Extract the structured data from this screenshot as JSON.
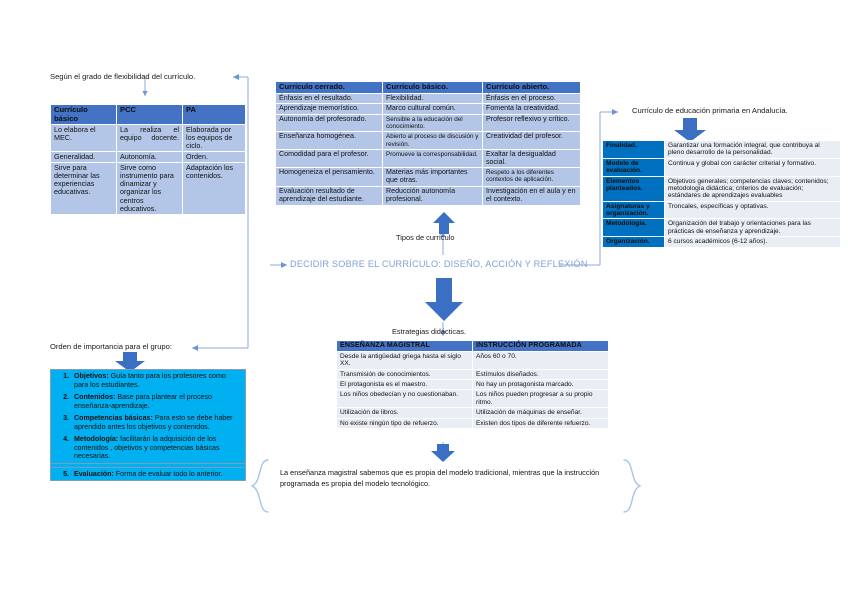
{
  "center": {
    "title": "DECIDIR SOBRE EL CURRÍCULO: DISEÑO, ACCIÓN Y REFLEXIÓN",
    "label_tipos": "Tipos de currículo",
    "label_estrategias": "Estrategias didácticas."
  },
  "labels": {
    "flexibilidad": "Según el grado de flexibilidad del currículo.",
    "andalucia": "Currículo de educación primaria en Andalucía.",
    "orden_importancia": "Orden de importancia para el grupo:"
  },
  "left_table": {
    "headers": [
      "Currículo básico",
      "PCC",
      "PA"
    ],
    "rows": [
      [
        "Lo elabora el MEC.",
        "La realiza el equipo docente.",
        "Elaborada por los equipos de ciclo."
      ],
      [
        "Generalidad.",
        "Autonomía.",
        "Orden."
      ],
      [
        "Sirve para determinar las experiencias educativas.",
        "Sirve como instrumento para dinamizar y organizar los centros educativos.",
        "Adaptación los contenidos."
      ]
    ]
  },
  "center_table": {
    "headers": [
      "Currículo cerrado.",
      "Currículo básico.",
      "Currículo abierto."
    ],
    "rows": [
      [
        "Énfasis en el resultado.",
        "Flexibilidad.",
        "Énfasis en el proceso."
      ],
      [
        "Aprendizaje memorístico.",
        "Marco cultural común.",
        "Fomenta la creatividad."
      ],
      [
        "Autonomía del profesorado.",
        "Sensible a la educación del conocimiento.",
        "Profesor reflexivo y crítico."
      ],
      [
        "Enseñanza homogénea.",
        "Abierto al proceso de discusión y revisión.",
        "Creatividad del profesor."
      ],
      [
        "Comodidad para el profesor.",
        "Promueve la corresponsabilidad.",
        "Exaltar la desigualdad social."
      ],
      [
        "Homogeneiza el pensamiento.",
        "Materias más importantes que otras.",
        "Respeto a los diferentes contextos de aplicación."
      ],
      [
        "Evaluación resultado de aprendizaje del estudiante.",
        "Reducción autonomía profesional.",
        "Investigación en el aula y en el contexto."
      ]
    ]
  },
  "right_table": {
    "rows": [
      {
        "label": "Finalidad.",
        "value": "Garantizar una formación integral, que contribuya al pleno desarrollo de la personalidad."
      },
      {
        "label": "Modelo de evaluación.",
        "value": "Continua y global con carácter criterial y formativo."
      },
      {
        "label": "Elementos planteados.",
        "value": "Objetivos generales; competencias claves; contenidos; metodología didáctica; criterios de evaluación; estándares de aprendizajes evaluables"
      },
      {
        "label": "Asignaturas y organización.",
        "value": "Troncales, específicas y optativas."
      },
      {
        "label": "Metodología.",
        "value": "Organización del trabajo y orientaciones para las prácticas de enseñanza y aprendizaje."
      },
      {
        "label": "Organización.",
        "value": "6 cursos académicos (6-12 años)."
      }
    ]
  },
  "bottom_table": {
    "headers": [
      "ENSEÑANZA MAGISTRAL",
      "INSTRUCCIÓN PROGRAMADA"
    ],
    "rows": [
      [
        "Desde la antigüedad griega hasta el siglo XX.",
        "Años 60 o 70."
      ],
      [
        "Transmisión de conocimientos.",
        "Estímulos diseñados."
      ],
      [
        "El protagonista es el  maestro.",
        "No hay un protagonista marcado."
      ],
      [
        "Los niños  obedecían y no cuestionaban.",
        "Los niños pueden progresar a su propio ritmo."
      ],
      [
        "Utilización de libros.",
        "Utilización de máquinas de enseñar."
      ],
      [
        "No existe ningún tipo de refuerzo.",
        "Existen dos tipos de diferente refuerzo."
      ]
    ]
  },
  "ordered_list": {
    "items": [
      {
        "num": "1.",
        "term": "Objetivos:",
        "text": " Guía tanto para los profesores como para los estudiantes."
      },
      {
        "num": "2.",
        "term": "Contenidos:",
        "text": " Base para plantear el proceso enseñanza-aprendizaje."
      },
      {
        "num": "3.",
        "term": "Competencias básicas:",
        "text": " Para esto se debe haber aprendido antes los objetivos y contenidos."
      },
      {
        "num": "4.",
        "term": "Metodología:",
        "text": " facilitarán la adquisición de los contenidos , objetivos y competencias básicas necesarias."
      }
    ],
    "last": {
      "num": "5.",
      "term": "Evaluación:",
      "text": " Forma de evaluar todo lo anterior."
    }
  },
  "conclusion": {
    "text": "La enseñanza magistral sabemos que es propia del modelo tradicional, mientras que la instrucción programada es propia del modelo tecnológico."
  },
  "colors": {
    "header_blue": "#4472C4",
    "body_blue": "#B4C6E7",
    "bright_blue": "#0070C0",
    "cyan": "#00B0F0",
    "light_gray": "#E9EDF4",
    "connector": "#8faadc",
    "arrow_blue": "#3a6fc4"
  }
}
